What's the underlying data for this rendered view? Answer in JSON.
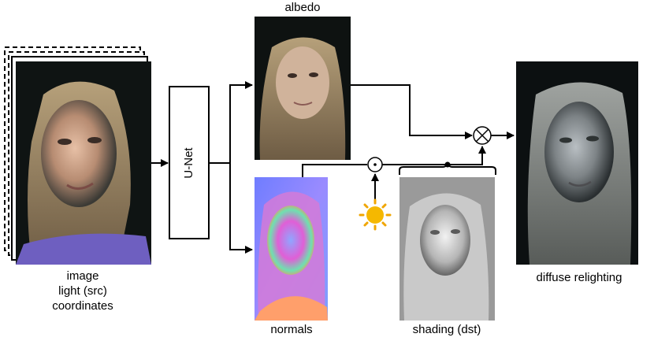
{
  "labels": {
    "input_line1": "image",
    "input_line2": "light (src)",
    "input_line3": "coordinates",
    "unet": "U-Net",
    "albedo": "albedo",
    "normals": "normals",
    "shading": "shading (dst)",
    "output": "diffuse relighting"
  },
  "operators": {
    "dot_product": "⊙",
    "multiply": "⊗"
  },
  "icons": [
    "sun-icon"
  ],
  "colors": {
    "sun": "#f5b800",
    "sun_rays": "#f0a500",
    "stroke": "#000000"
  }
}
